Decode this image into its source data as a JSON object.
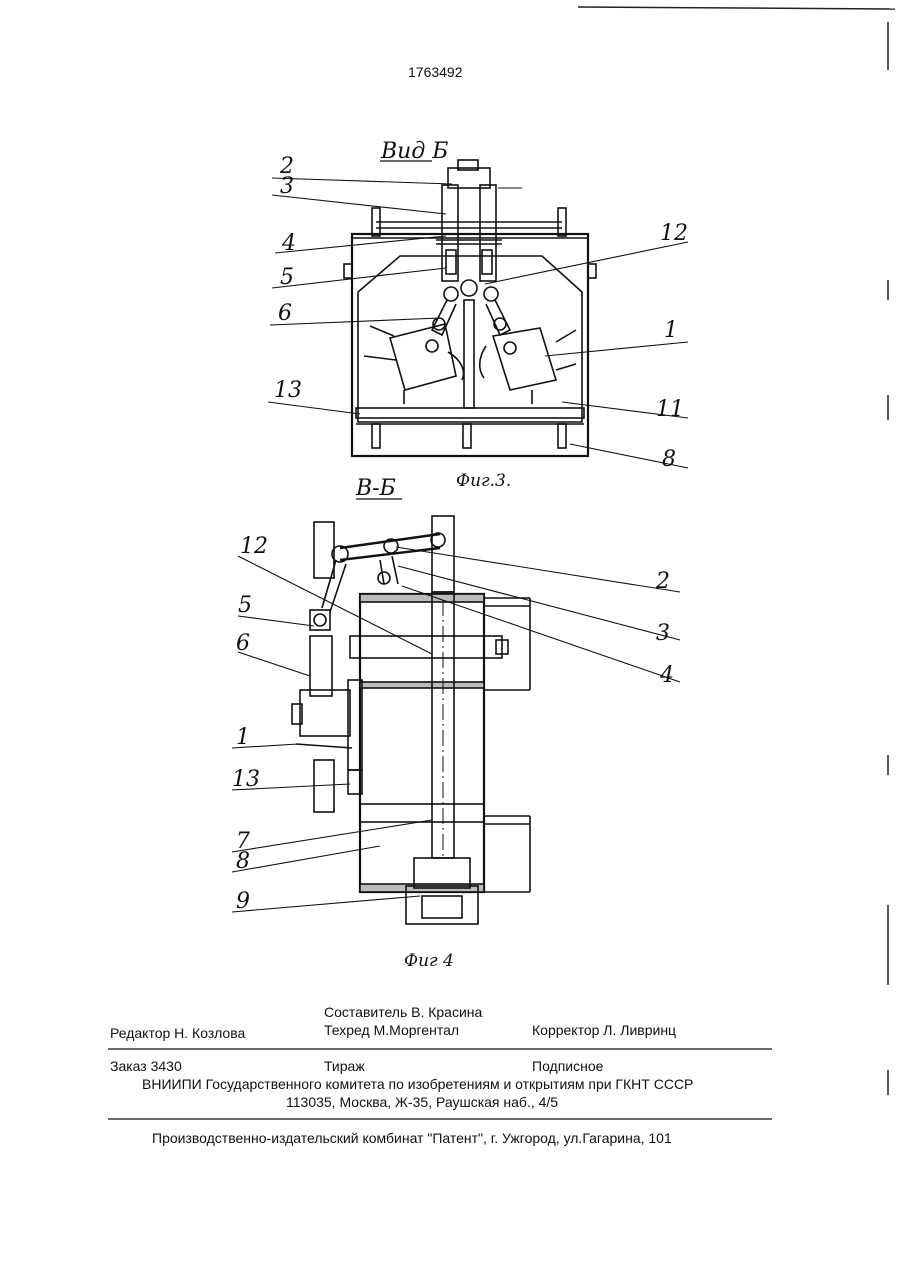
{
  "page": {
    "patent_number": "1763492"
  },
  "figure3": {
    "view_title": "Вид Б",
    "caption": "Фиг.3.",
    "callouts": [
      "2",
      "3",
      "4",
      "5",
      "6",
      "13",
      "12",
      "1",
      "11",
      "8"
    ]
  },
  "figure4": {
    "section_title": "В-Б",
    "caption": "Фиг 4",
    "callouts": [
      "12",
      "5",
      "6",
      "1",
      "13",
      "7",
      "8",
      "9",
      "2",
      "3",
      "4"
    ]
  },
  "imprint": {
    "compiler": "Составитель  В. Красина",
    "editor": "Редактор  Н. Козлова",
    "tech_editor": "Техред М.Моргентал",
    "corrector": "Корректор  Л. Ливринц",
    "order": "Заказ  3430",
    "circulation": "Тираж",
    "subscription": "Подписное",
    "institute": "ВНИИПИ Государственного комитета по изобретениям и открытиям при ГКНТ СССР",
    "address": "113035, Москва, Ж-35, Раушская наб., 4/5",
    "publisher": "Производственно-издательский комбинат \"Патент\", г. Ужгород, ул.Гагарина, 101"
  }
}
